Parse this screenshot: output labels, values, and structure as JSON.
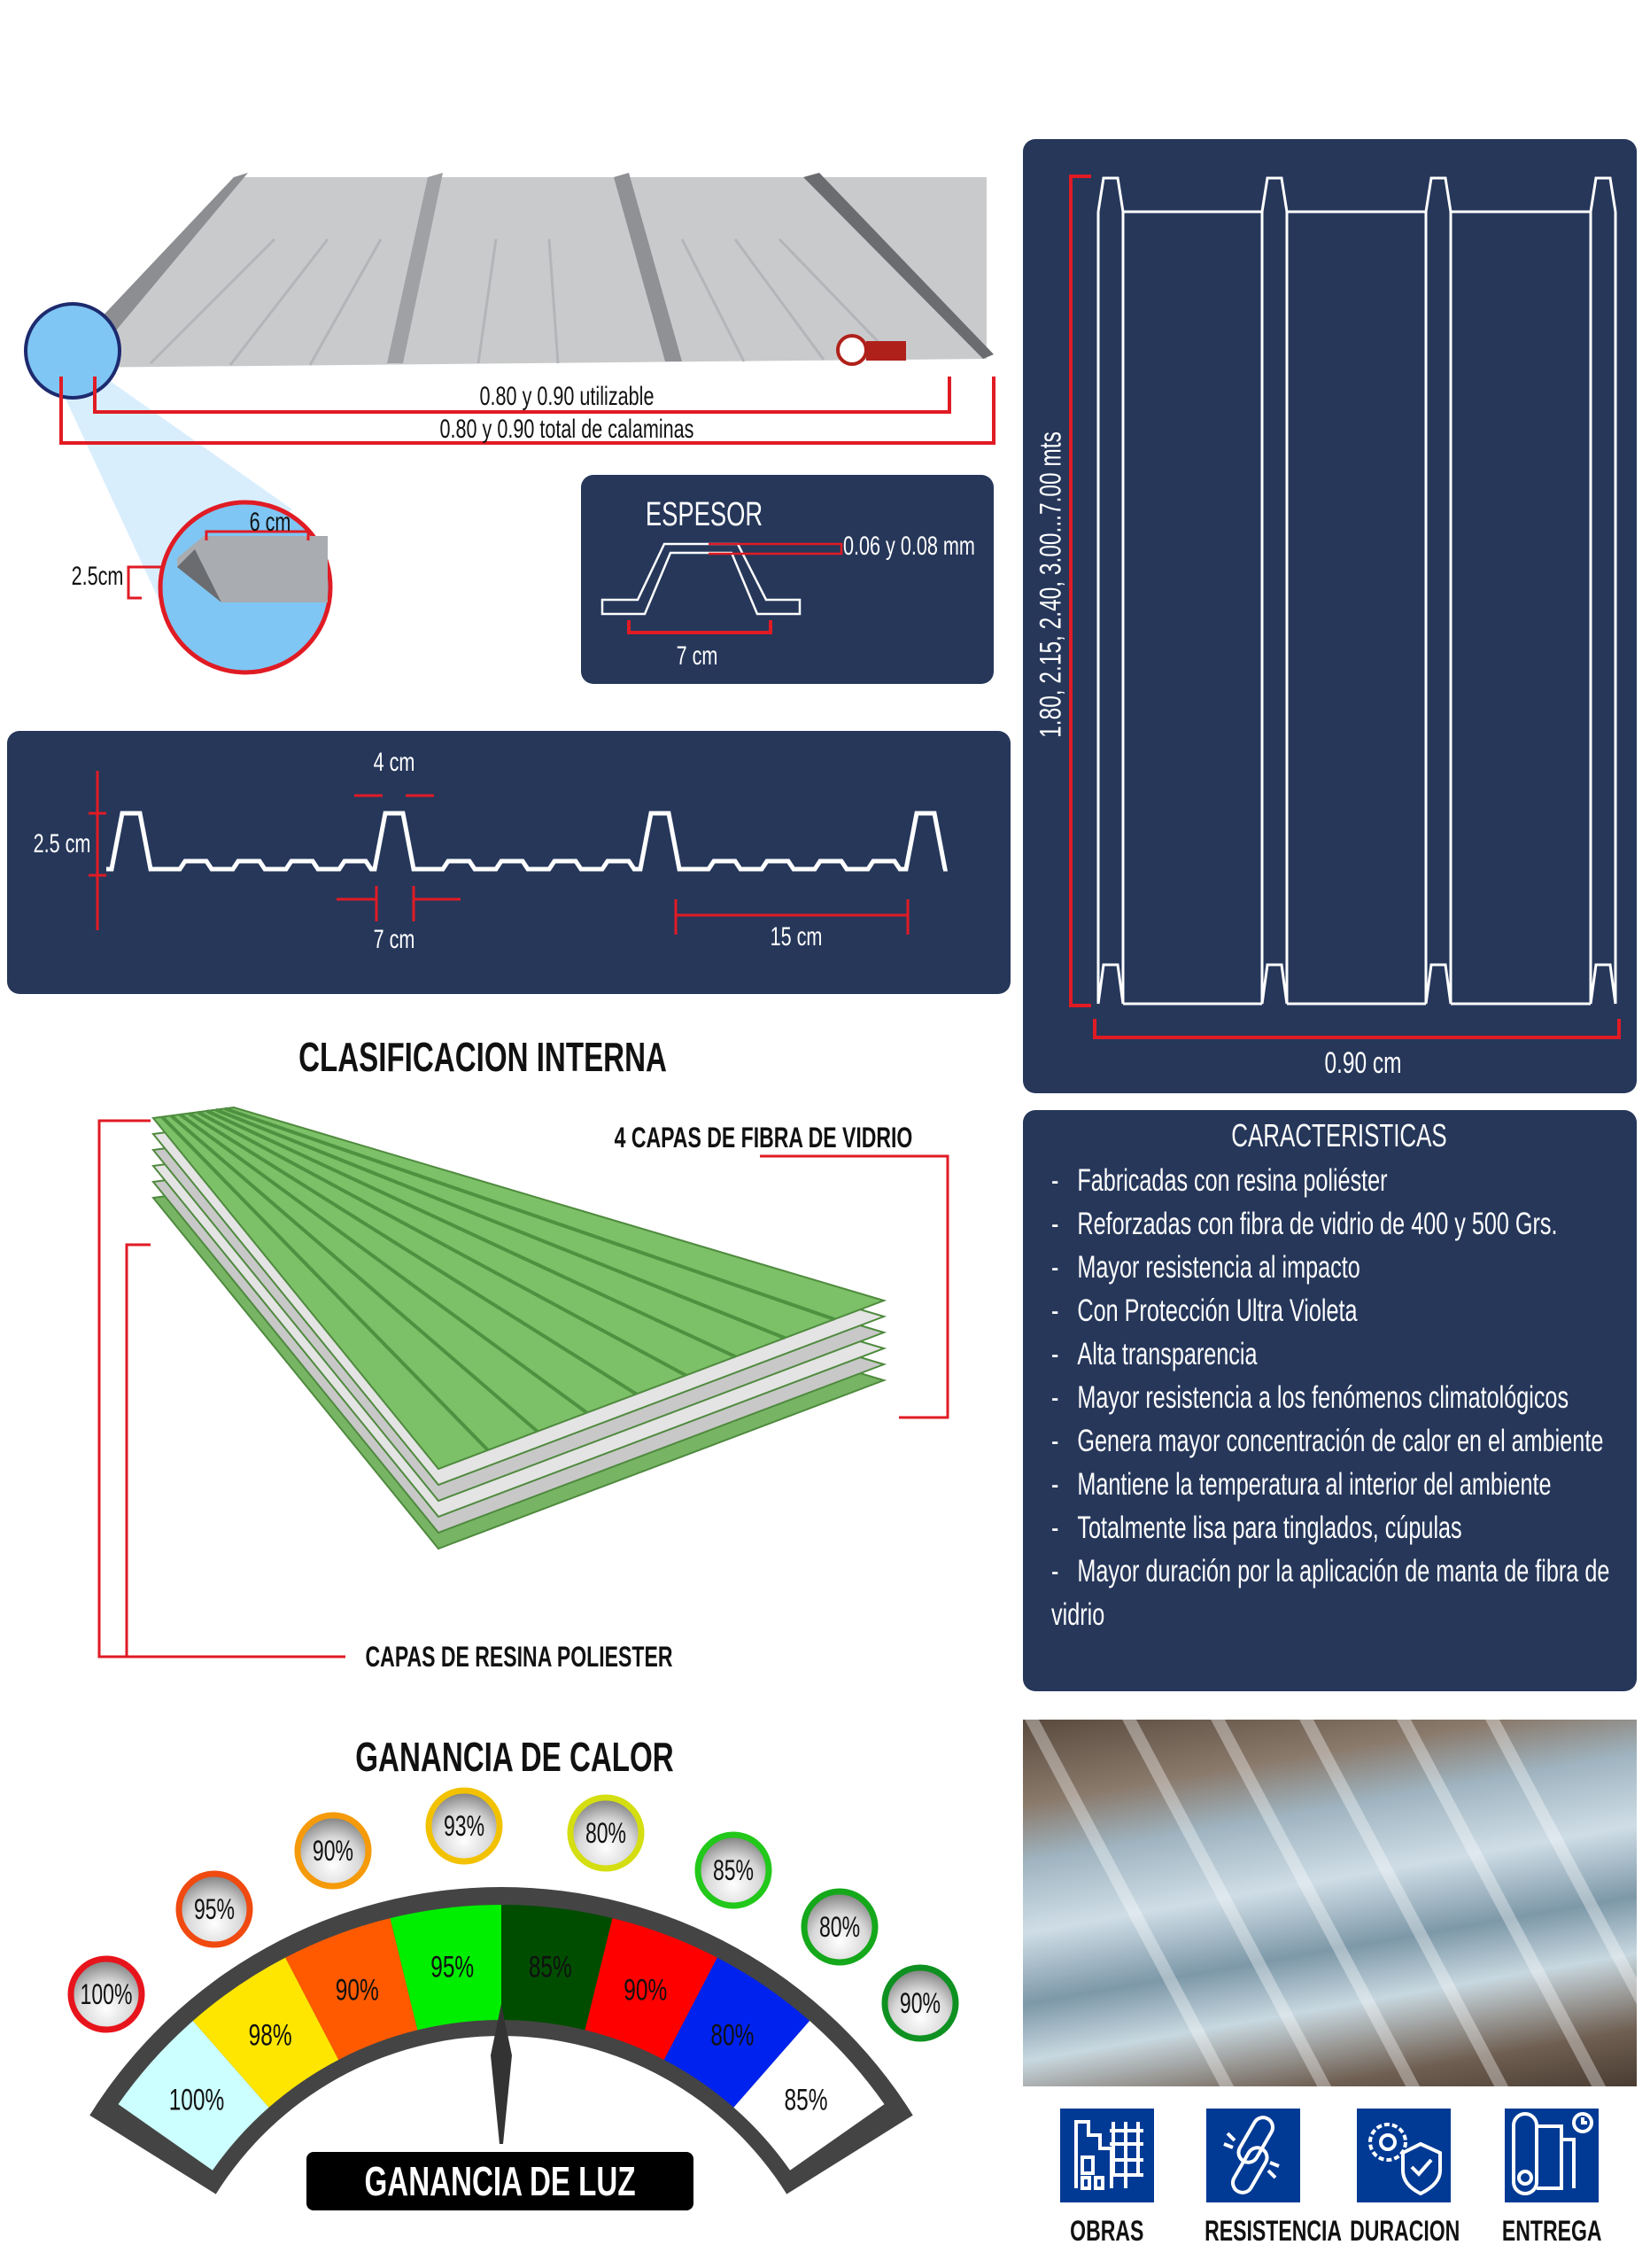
{
  "top_sheet": {
    "usable_label": "0.80 y 0.90 utilizable",
    "total_label": "0.80 y 0.90 total de calaminas",
    "detail_width": "6 cm",
    "detail_height": "2.5cm"
  },
  "espesor": {
    "title": "ESPESOR",
    "thickness": "0.06 y 0.08 mm",
    "width": "7 cm"
  },
  "profile": {
    "rib_top": "4 cm",
    "height": "2.5 cm",
    "rib_base": "7 cm",
    "spacing": "15 cm"
  },
  "plan": {
    "lengths": "1.80, 2.15, 2.40, 3.00...7.00 mts",
    "width": "0.90 cm"
  },
  "clasificacion": {
    "title": "CLASIFICACION INTERNA",
    "fiber_label": "4 CAPAS DE FIBRA DE VIDRIO",
    "resin_label": "CAPAS DE RESINA POLIESTER"
  },
  "caracteristicas": {
    "title": "CARACTERISTICAS",
    "items": [
      "Fabricadas con resina poliéster",
      "Reforzadas con fibra de vidrio de 400 y 500 Grs.",
      "Mayor resistencia al impacto",
      "Con Protección Ultra Violeta",
      "Alta transparencia",
      "Mayor resistencia a los fenómenos climatológicos",
      "Genera mayor concentración de calor en el ambiente",
      "Mantiene la temperatura al interior del ambiente",
      "Totalmente lisa para tinglados, cúpulas",
      "Mayor duración por la aplicación de manta de fibra de vidrio"
    ]
  },
  "gauge": {
    "title": "GANANCIA DE CALOR",
    "button": "GANANCIA DE LUZ",
    "heat": [
      {
        "value": "100%",
        "color": "#e8141c"
      },
      {
        "value": "95%",
        "color": "#f04a10"
      },
      {
        "value": "90%",
        "color": "#f59a0a"
      },
      {
        "value": "93%",
        "color": "#f2c200"
      },
      {
        "value": "80%",
        "color": "#d4de10"
      },
      {
        "value": "85%",
        "color": "#22c81a"
      },
      {
        "value": "80%",
        "color": "#14a81a"
      },
      {
        "value": "90%",
        "color": "#0e9120"
      }
    ],
    "light": [
      {
        "value": "100%",
        "color": "#ccffff"
      },
      {
        "value": "98%",
        "color": "#ffe600"
      },
      {
        "value": "90%",
        "color": "#ff5a00"
      },
      {
        "value": "95%",
        "color": "#00ee00"
      },
      {
        "value": "85%",
        "color": "#004d00"
      },
      {
        "value": "90%",
        "color": "#ff0000"
      },
      {
        "value": "80%",
        "color": "#0022ee"
      },
      {
        "value": "85%",
        "color": "#ffffff"
      }
    ]
  },
  "features": [
    {
      "label": "OBRAS",
      "icon": "building-icon"
    },
    {
      "label": "RESISTENCIA",
      "icon": "chain-link-icon"
    },
    {
      "label": "DURACION",
      "icon": "gear-shield-icon"
    },
    {
      "label": "ENTREGA",
      "icon": "roll-delivery-icon"
    }
  ],
  "colors": {
    "navy": "#26375a",
    "red": "#e01b24",
    "icon_blue": "#003a94"
  }
}
